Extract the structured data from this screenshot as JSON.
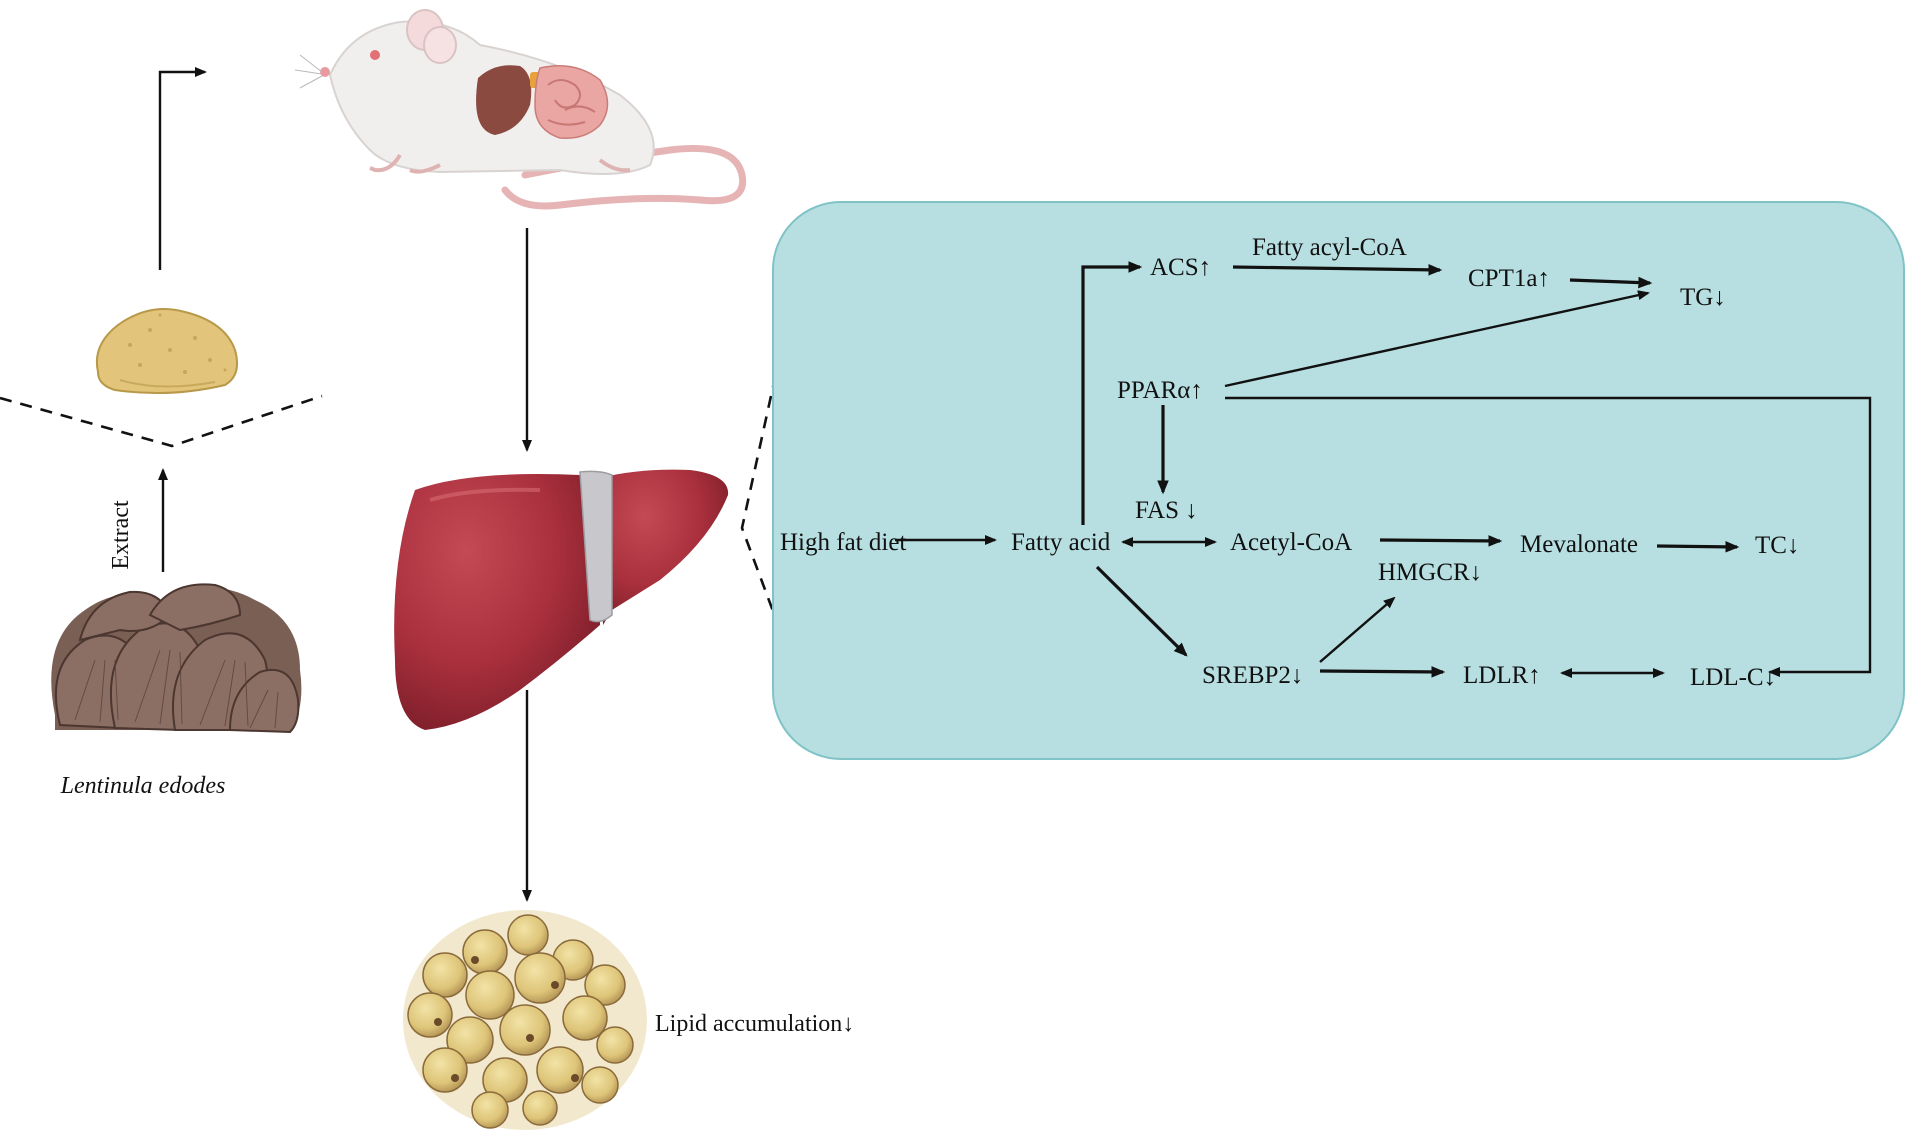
{
  "left": {
    "extract_label": "Extract",
    "species_label": "Lentinula edodes",
    "lipid_label": "Lipid accumulation↓"
  },
  "pathway": {
    "panel_color": "#b7dfe1",
    "high_fat_diet": "High fat diet",
    "fatty_acid": "Fatty acid",
    "acs": "ACS↑",
    "fatty_acyl_coa": "Fatty acyl-CoA",
    "cpt1a": "CPT1a↑",
    "tg": "TG↓",
    "ppara": "PPARα↑",
    "fas": "FAS ↓",
    "acetyl_coa": "Acetyl-CoA",
    "mevalonate": "Mevalonate",
    "tc": "TC↓",
    "hmgcr": "HMGCR↓",
    "srebp2": "SREBP2↓",
    "ldlr": "LDLR↑",
    "ldl_c": "LDL-C↓"
  },
  "illustrations": {
    "mouse": "mouse-illustration",
    "powder": "extract-powder-illustration",
    "mushroom": "shiitake-mushroom-illustration",
    "liver": "liver-illustration",
    "fat_cells": "lipid-droplets-illustration"
  }
}
